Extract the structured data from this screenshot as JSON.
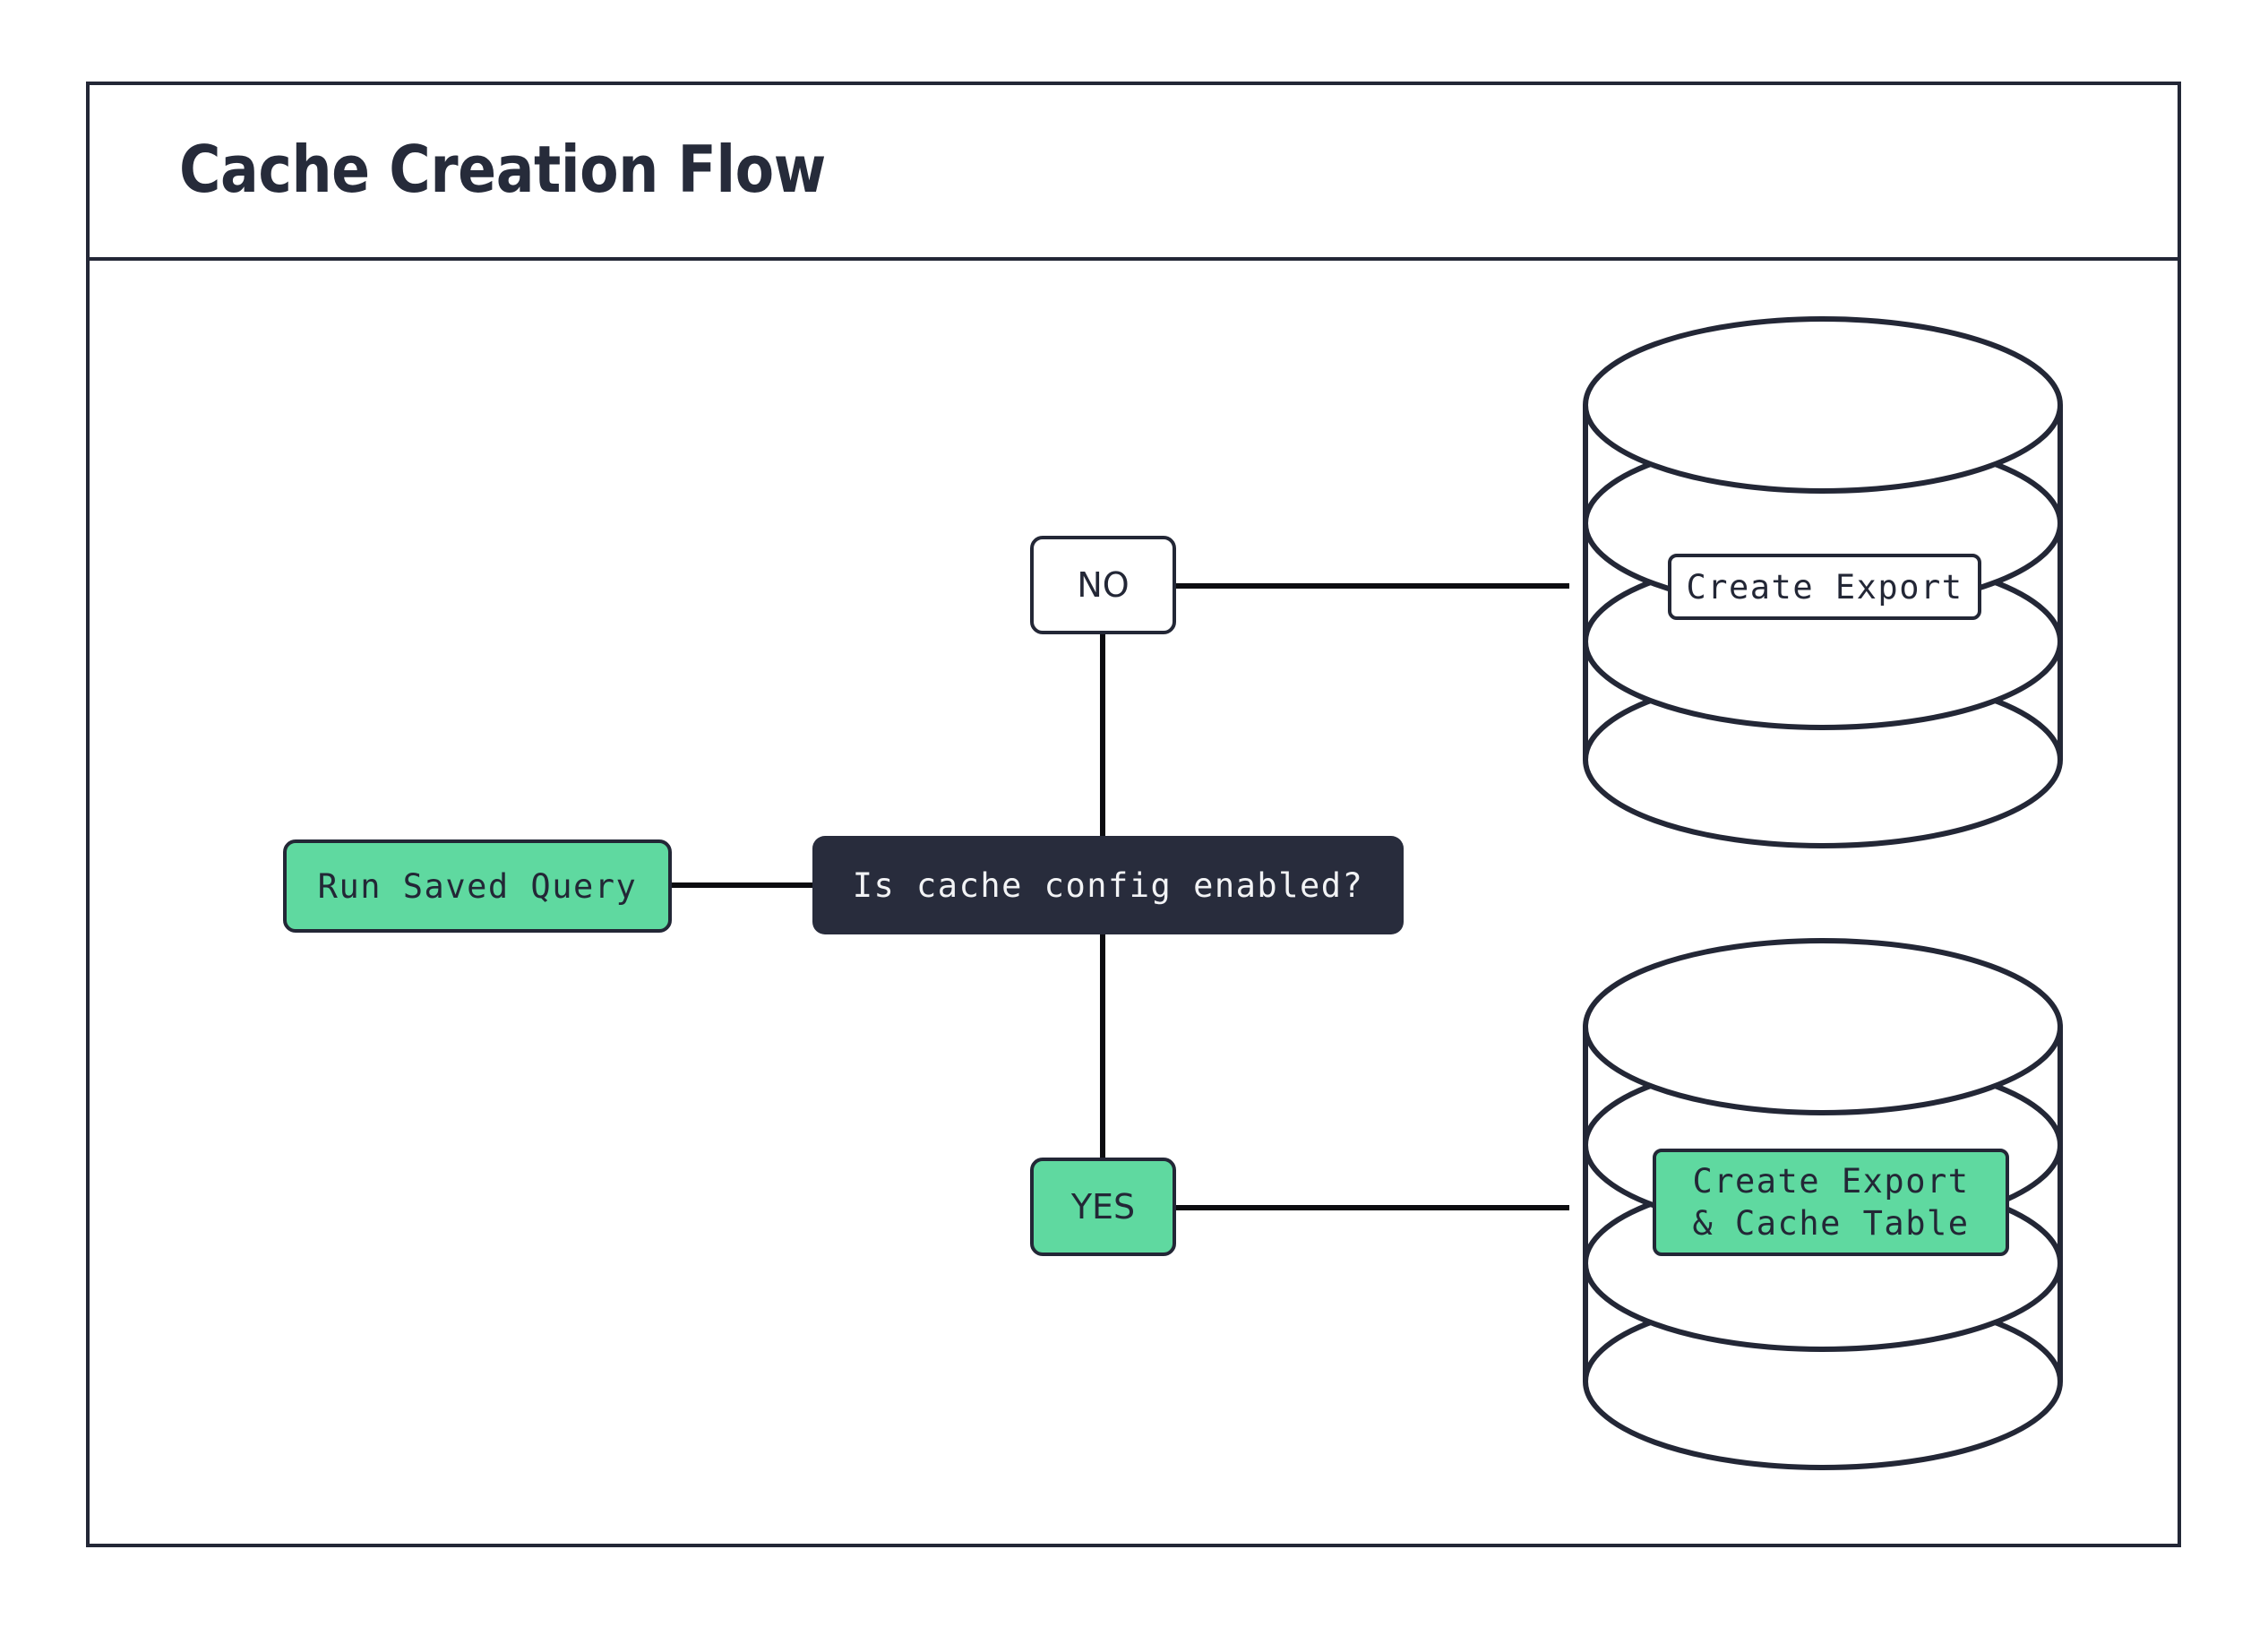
{
  "diagram": {
    "title": "Cache Creation Flow",
    "accent_green": "#5fd9a0",
    "ink": "#232736",
    "decision_fill": "#282c3c",
    "paper": "#ffffff"
  },
  "nodes": {
    "start": {
      "label": "Run Saved Query",
      "shape": "rounded-rect",
      "fill": "#5fd9a0"
    },
    "decision": {
      "label": "Is cache config enabled?",
      "shape": "rounded-rect",
      "fill": "#282c3c"
    },
    "branch_no": {
      "label": "NO",
      "shape": "rounded-rect",
      "fill": "#ffffff"
    },
    "branch_yes": {
      "label": "YES",
      "shape": "rounded-rect",
      "fill": "#5fd9a0"
    },
    "db_export": {
      "label": "Create Export",
      "shape": "database-cylinder",
      "fill": "#ffffff"
    },
    "db_export_cache": {
      "label_line1": "Create Export",
      "label_line2": "& Cache Table",
      "shape": "database-cylinder",
      "fill": "#5fd9a0"
    }
  },
  "edges": [
    {
      "from": "start",
      "to": "decision",
      "label": ""
    },
    {
      "from": "decision",
      "to": "branch_no",
      "label": ""
    },
    {
      "from": "decision",
      "to": "branch_yes",
      "label": ""
    },
    {
      "from": "branch_no",
      "to": "db_export",
      "label": ""
    },
    {
      "from": "branch_yes",
      "to": "db_export_cache",
      "label": ""
    }
  ]
}
